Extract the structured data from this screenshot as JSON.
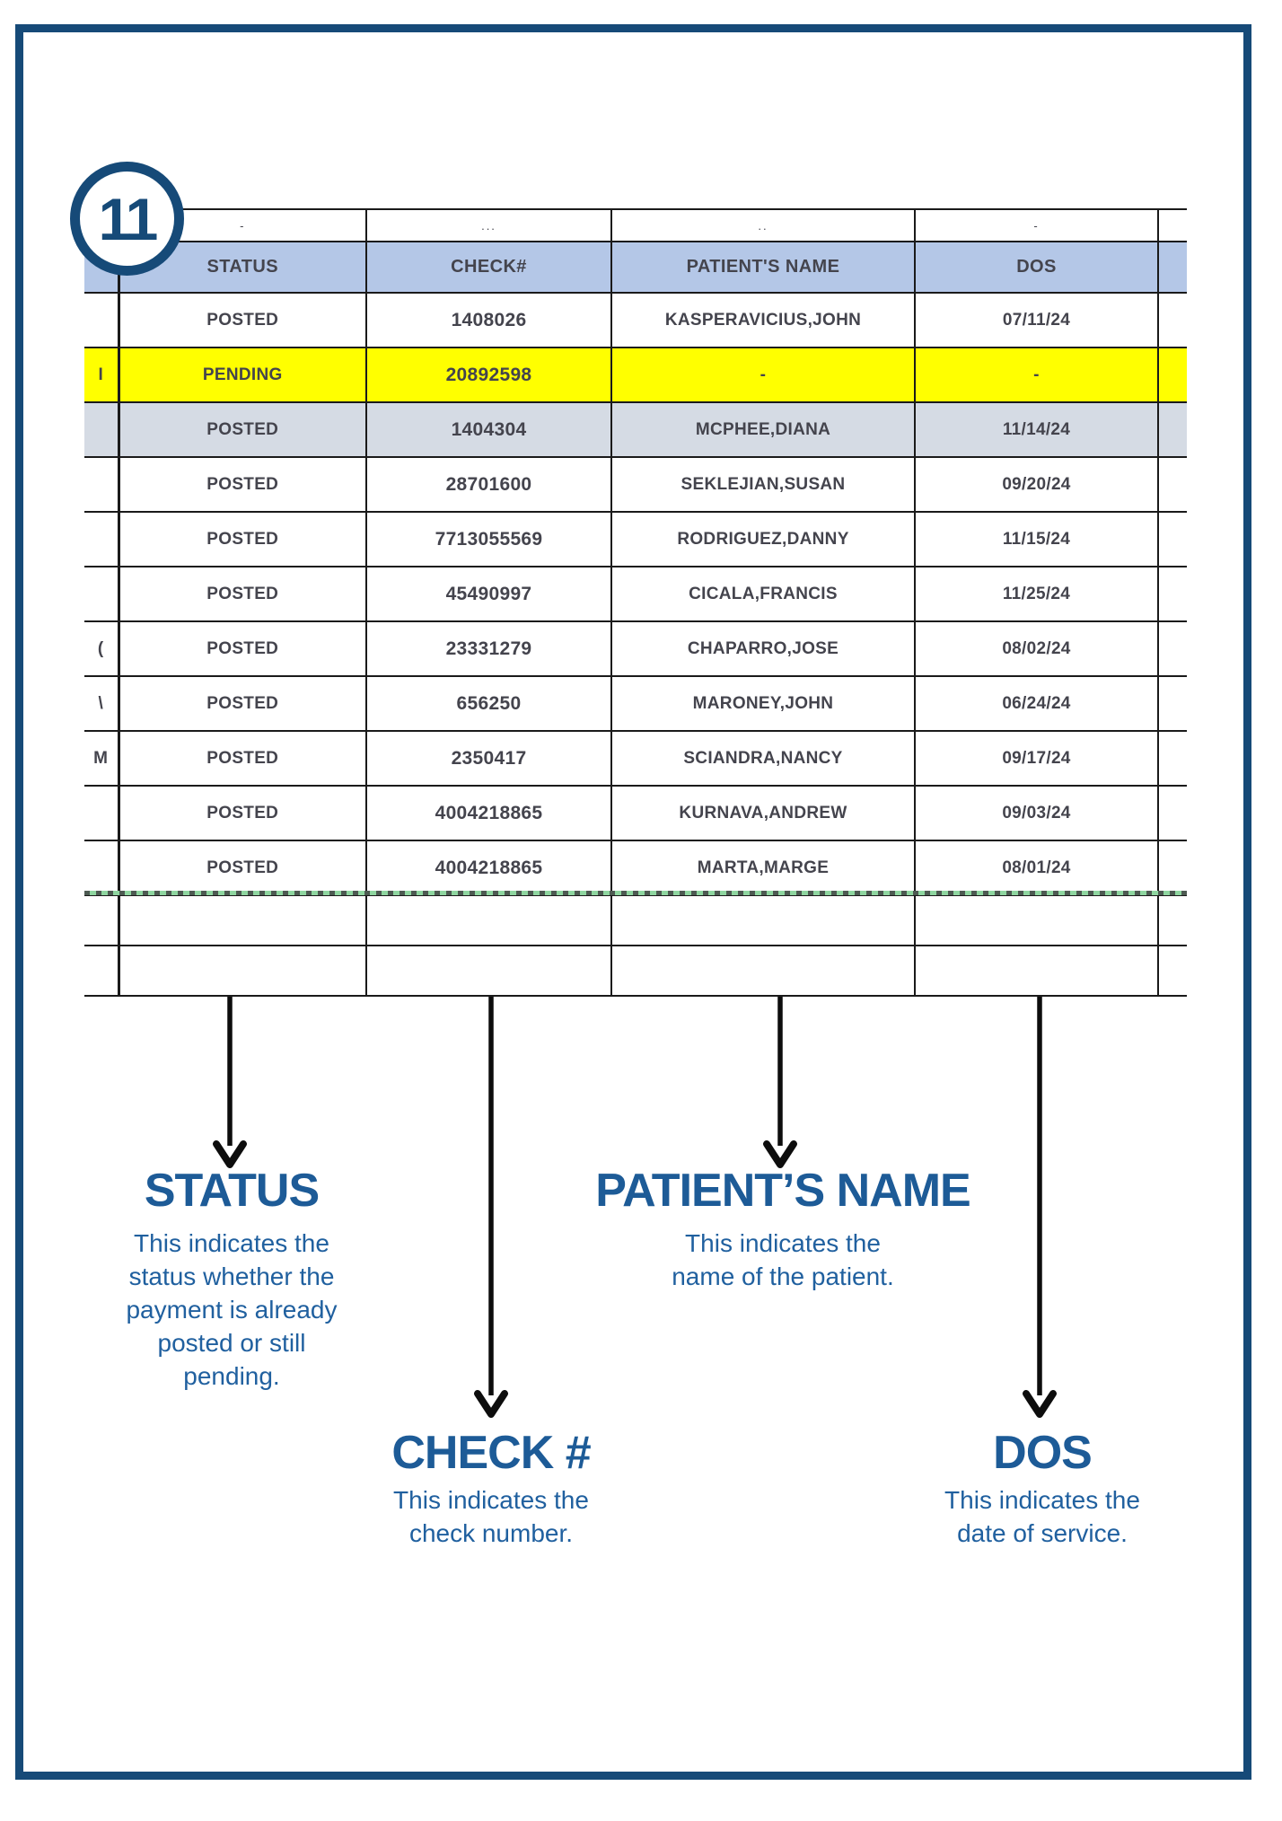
{
  "badge": {
    "number": "11"
  },
  "colors": {
    "frame": "#164a78",
    "accent_heading": "#1d5b97",
    "header_fill": "#b4c7e7",
    "highlight_yellow": "#ffff00",
    "highlight_gray": "#d5dbe4",
    "page_break_green": "#8fd6a0"
  },
  "table": {
    "top_fragments": [
      "-",
      "...",
      "..",
      "-"
    ],
    "headers": [
      "STATUS",
      "CHECK#",
      "PATIENT'S NAME",
      "DOS"
    ],
    "rows": [
      {
        "edge": "",
        "status": "POSTED",
        "check": "1408026",
        "patient": "KASPERAVICIUS,JOHN",
        "dos": "07/11/24"
      },
      {
        "edge": "I",
        "status": "PENDING",
        "check": "20892598",
        "patient": "-",
        "dos": "-"
      },
      {
        "edge": "",
        "status": "POSTED",
        "check": "1404304",
        "patient": "MCPHEE,DIANA",
        "dos": "11/14/24"
      },
      {
        "edge": "",
        "status": "POSTED",
        "check": "28701600",
        "patient": "SEKLEJIAN,SUSAN",
        "dos": "09/20/24"
      },
      {
        "edge": "",
        "status": "POSTED",
        "check": "7713055569",
        "patient": "RODRIGUEZ,DANNY",
        "dos": "11/15/24"
      },
      {
        "edge": "",
        "status": "POSTED",
        "check": "45490997",
        "patient": "CICALA,FRANCIS",
        "dos": "11/25/24"
      },
      {
        "edge": "(",
        "status": "POSTED",
        "check": "23331279",
        "patient": "CHAPARRO,JOSE",
        "dos": "08/02/24"
      },
      {
        "edge": "\\",
        "status": "POSTED",
        "check": "656250",
        "patient": "MARONEY,JOHN",
        "dos": "06/24/24"
      },
      {
        "edge": "M",
        "status": "POSTED",
        "check": "2350417",
        "patient": "SCIANDRA,NANCY",
        "dos": "09/17/24"
      },
      {
        "edge": "",
        "status": "POSTED",
        "check": "4004218865",
        "patient": "KURNAVA,ANDREW",
        "dos": "09/03/24"
      },
      {
        "edge": "",
        "status": "POSTED",
        "check": "4004218865",
        "patient": "MARTA,MARGE",
        "dos": "08/01/24"
      }
    ]
  },
  "annotations": {
    "status": {
      "title": "STATUS",
      "description": "This indicates the\nstatus whether the\npayment is already\nposted or still\npending."
    },
    "check": {
      "title": "CHECK #",
      "description": "This indicates the\ncheck number."
    },
    "patient": {
      "title": "PATIENT’S NAME",
      "description": "This indicates the\nname of the patient."
    },
    "dos": {
      "title": "DOS",
      "description": "This indicates the\ndate of service."
    }
  }
}
